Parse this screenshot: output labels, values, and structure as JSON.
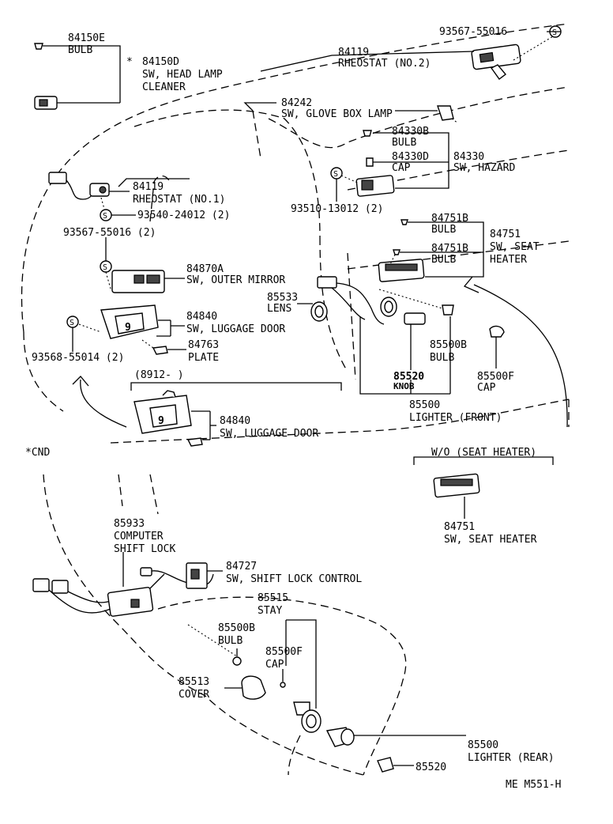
{
  "labels": {
    "p84150E_code": "84150E",
    "p84150E_name": "BULB",
    "p84150D_star": "*",
    "p84150D_code": "84150D",
    "p84150D_name1": "SW, HEAD LAMP",
    "p84150D_name2": "CLEANER",
    "p93567a_code": "93567-55016",
    "p84119b_code": "84119",
    "p84119b_name": "RHEOSTAT (NO.2)",
    "p84242_code": "84242",
    "p84242_name": "SW, GLOVE BOX LAMP",
    "p84330B_code": "84330B",
    "p84330B_name": "BULB",
    "p84330D_code": "84330D",
    "p84330D_name": "CAP",
    "p84330_code": "84330",
    "p84330_name": "SW, HAZARD",
    "p84119a_code": "84119",
    "p84119a_name": "RHEOSTAT (NO.1)",
    "p93540_code": "93540-24012 (2)",
    "p93510_code": "93510-13012 (2)",
    "p93567b_code": "93567-55016 (2)",
    "p84751Ba_code": "84751B",
    "p84751Ba_name": "BULB",
    "p84751Bb_code": "84751B",
    "p84751Bb_name": "BULB",
    "p84751_code": "84751",
    "p84751_name1": "SW, SEAT",
    "p84751_name2": "HEATER",
    "p84870A_code": "84870A",
    "p84870A_name": "SW, OUTER MIRROR",
    "p85533_code": "85533",
    "p85533_name": "LENS",
    "p84840a_code": "84840",
    "p84840a_name": "SW, LUGGAGE DOOR",
    "p85500B_code": "85500B",
    "p85500B_name": "BULB",
    "p84763_code": "84763",
    "p84763_name": "PLATE",
    "p93568_code": "93568-55014 (2)",
    "p85520_code": "85520",
    "p85520_name": "KNOB",
    "p85500F_code": "85500F",
    "p85500F_name": "CAP",
    "p8912_range": "(8912-     )",
    "p85500_code": "85500",
    "p85500_name": "LIGHTER (FRONT)",
    "p84840b_code": "84840",
    "p84840b_name": "SW, LUGGAGE DOOR",
    "cnd": "*CND",
    "wo_seat_heater": "W/O (SEAT HEATER)",
    "p84751c_code": "84751",
    "p84751c_name": "SW, SEAT HEATER",
    "p85933_code": "85933",
    "p85933_name1": "COMPUTER",
    "p85933_name2": "SHIFT LOCK",
    "p84727_code": "84727",
    "p84727_name": "SW, SHIFT LOCK CONTROL",
    "p85515_code": "85515",
    "p85515_name": "STAY",
    "p85500Br_code": "85500B",
    "p85500Br_name": "BULB",
    "p85500Fr_code": "85500F",
    "p85500Fr_name": "CAP",
    "p85513_code": "85513",
    "p85513_name": "COVER",
    "p85500r_code": "85500",
    "p85500r_name": "LIGHTER (REAR)",
    "p85520r_code": "85520",
    "fig_id": "ME M551-H",
    "s_mark": "S"
  }
}
